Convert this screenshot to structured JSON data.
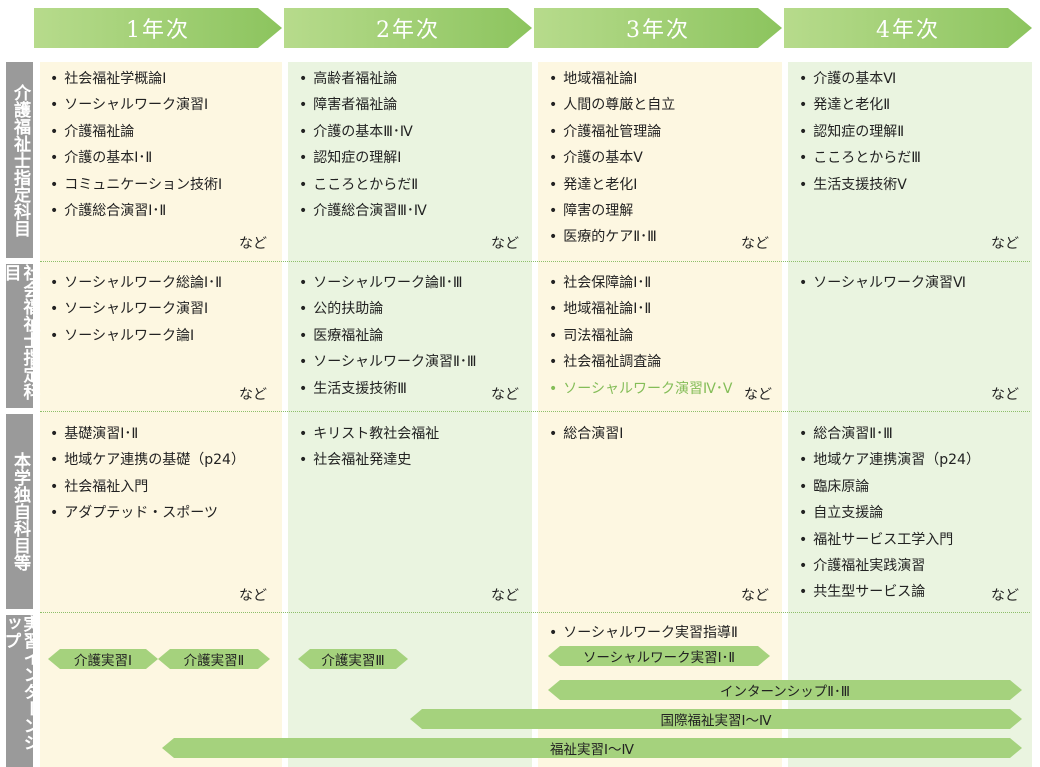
{
  "years": [
    "1年次",
    "2年次",
    "3年次",
    "4年次"
  ],
  "rows": [
    {
      "label": "介護福祉士指定科目",
      "cells": [
        {
          "items": [
            "社会福祉学概論Ⅰ",
            "ソーシャルワーク演習Ⅰ",
            "介護福祉論",
            "介護の基本Ⅰ･Ⅱ",
            "コミュニケーション技術Ⅰ",
            "介護総合演習Ⅰ･Ⅱ"
          ],
          "more": "など"
        },
        {
          "items": [
            "高齢者福祉論",
            "障害者福祉論",
            "介護の基本Ⅲ･Ⅳ",
            "認知症の理解Ⅰ",
            "こころとからだⅡ",
            "介護総合演習Ⅲ･Ⅳ"
          ],
          "more": "など"
        },
        {
          "items": [
            "地域福祉論Ⅰ",
            "人間の尊厳と自立",
            "介護福祉管理論",
            "介護の基本Ⅴ",
            "発達と老化Ⅰ",
            "障害の理解",
            "医療的ケアⅡ･Ⅲ"
          ],
          "more": "など"
        },
        {
          "items": [
            "介護の基本Ⅵ",
            "発達と老化Ⅱ",
            "認知症の理解Ⅱ",
            "こころとからだⅢ",
            "生活支援技術Ⅴ"
          ],
          "more": "など"
        }
      ]
    },
    {
      "label": "社会福祉士指定科目",
      "cells": [
        {
          "items": [
            "ソーシャルワーク総論Ⅰ･Ⅱ",
            "ソーシャルワーク演習Ⅰ",
            "ソーシャルワーク論Ⅰ"
          ],
          "more": "など"
        },
        {
          "items": [
            "ソーシャルワーク論Ⅱ･Ⅲ",
            "公的扶助論",
            "医療福祉論",
            "ソーシャルワーク演習Ⅱ･Ⅲ",
            "生活支援技術Ⅲ"
          ],
          "more": "など"
        },
        {
          "items": [
            "社会保障論Ⅰ･Ⅱ",
            "地域福祉論Ⅰ･Ⅱ",
            "司法福祉論",
            "社会福祉調査論",
            "ソーシャルワーク演習Ⅳ･Ⅴ"
          ],
          "more": "など",
          "highlight_last": true
        },
        {
          "items": [
            "ソーシャルワーク演習Ⅵ"
          ],
          "more": "など"
        }
      ]
    },
    {
      "label": "本学独自科目等",
      "cells": [
        {
          "items": [
            "基礎演習Ⅰ･Ⅱ",
            "地域ケア連携の基礎（p24）",
            "社会福祉入門",
            "アダプテッド・スポーツ"
          ],
          "more": "など"
        },
        {
          "items": [
            "キリスト教社会福祉",
            "社会福祉発達史"
          ],
          "more": "など"
        },
        {
          "items": [
            "総合演習Ⅰ"
          ],
          "more": "など"
        },
        {
          "items": [
            "総合演習Ⅱ･Ⅲ",
            "地域ケア連携演習（p24）",
            "臨床原論",
            "自立支援論",
            "福祉サービス工学入門",
            "介護福祉実践演習",
            "共生型サービス論"
          ],
          "more": "など"
        }
      ]
    }
  ],
  "intern": {
    "label": "実習インターンシップ",
    "bullet": "ソーシャルワーク実習指導Ⅱ",
    "bars": [
      "介護実習Ⅰ",
      "介護実習Ⅱ",
      "介護実習Ⅲ",
      "ソーシャルワーク実習Ⅰ･Ⅱ",
      "インターンシップⅡ･Ⅲ",
      "国際福祉実習Ⅰ～Ⅳ",
      "福祉実習Ⅰ～Ⅳ"
    ]
  }
}
